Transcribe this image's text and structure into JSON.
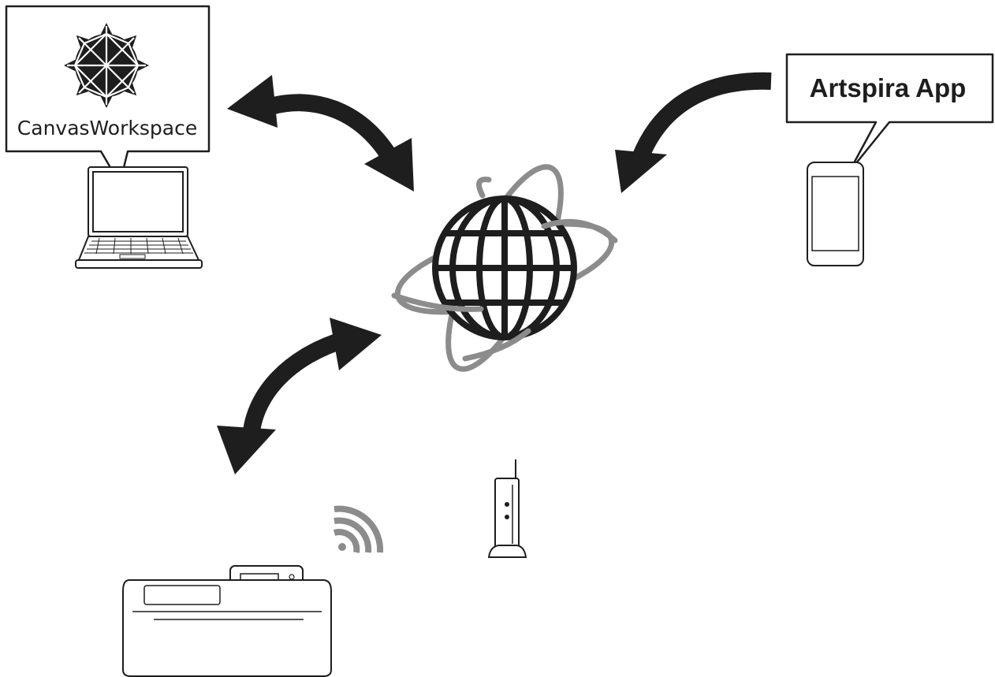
{
  "canvas_workspace": {
    "label": "CanvasWorkspace",
    "logo_icon": "star-burst-logo-icon",
    "device_icon": "laptop-icon"
  },
  "artspira": {
    "label": "Artspira App",
    "device_icon": "smartphone-icon"
  },
  "cloud": {
    "icon": "globe-orbit-icon"
  },
  "cutting_machine": {
    "icon": "cutting-machine-icon",
    "signal_icon": "wifi-signal-icon"
  },
  "router": {
    "icon": "wireless-router-icon"
  },
  "connections": [
    {
      "from": "canvas-workspace",
      "to": "cloud",
      "direction": "two-way"
    },
    {
      "from": "artspira-app",
      "to": "cloud",
      "direction": "one-way"
    },
    {
      "from": "cloud",
      "to": "cutting-machine",
      "direction": "two-way"
    }
  ],
  "colors": {
    "ink": "#1e1e1e",
    "orbit": "#8c8c8c",
    "paper": "#ffffff"
  }
}
